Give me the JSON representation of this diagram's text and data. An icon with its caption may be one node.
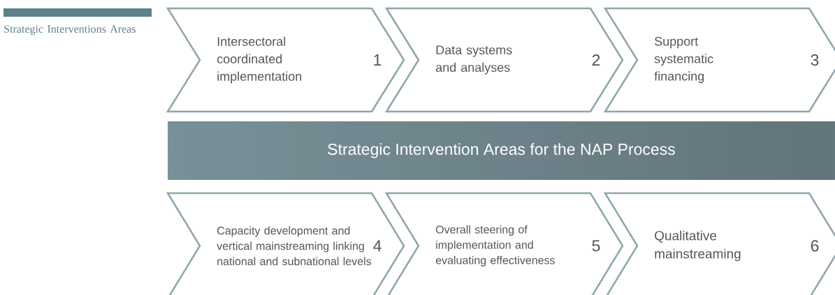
{
  "diagram": {
    "nodes": [
      {
        "text": [
          "Intersectoral coordinated implementation",
          "1"
        ]
      },
      {
        "text": [
          "Data systems and analyses",
          "2"
        ]
      },
      {
        "text": [
          "Support systematic financing",
          "3"
        ]
      },
      {
        "text": [
          "Strategic Intervention Areas for the NAP Process"
        ]
      },
      {
        "text": [
          "Capacity development and vertical mainstreaming linking national and subnational levels",
          "4"
        ]
      },
      {
        "text": [
          "Overall steering of implementation and evaluating effectiveness",
          "5"
        ]
      },
      {
        "text": [
          "Qualitative mainstreaming",
          "6"
        ]
      }
    ],
    "labels": [
      "Strategic Interventions Areas"
    ]
  }
}
